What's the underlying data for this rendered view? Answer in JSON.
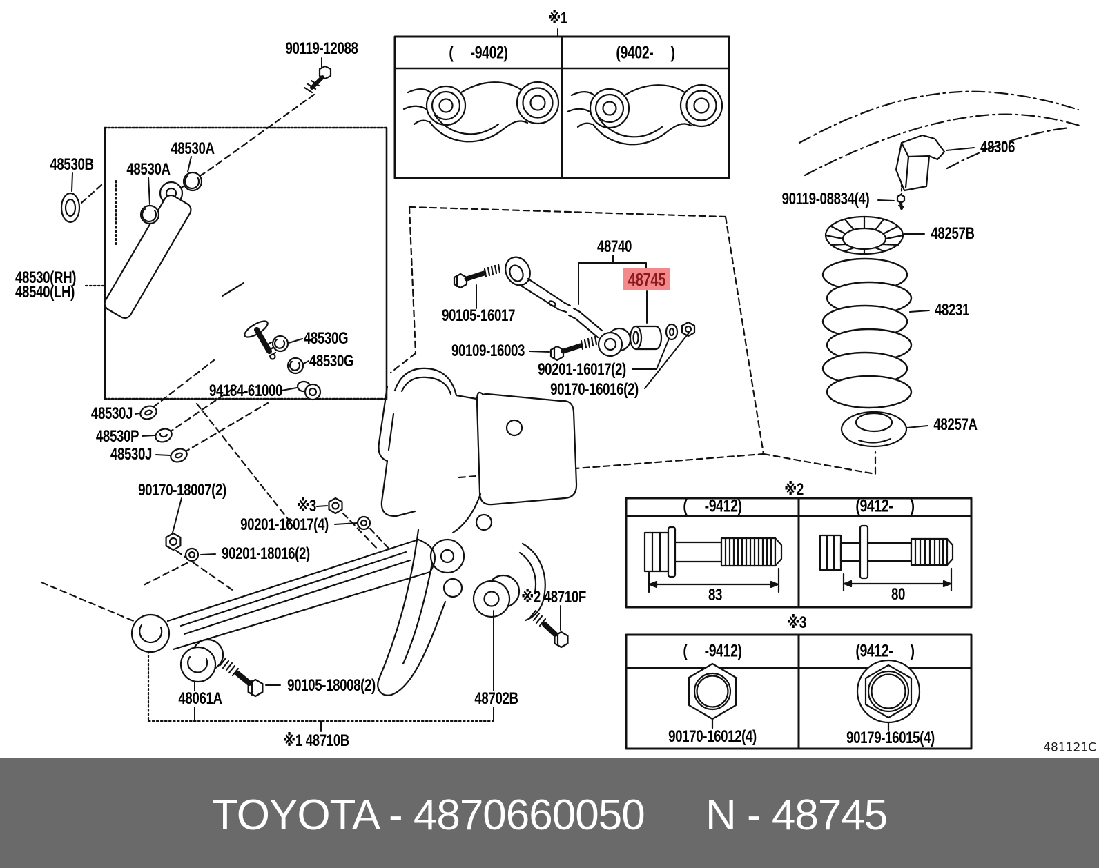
{
  "banner": {
    "left_text": "TOYOTA - 4870660050",
    "right_text": "N - 48745",
    "bg": "#6a6a6a",
    "fg": "#ffffff"
  },
  "footer_code": "481121C",
  "highlight": {
    "label": "48745",
    "bg": "#f4898b",
    "fg": "#8b1a1a"
  },
  "callouts": {
    "bolt_top": "90119-12088",
    "grommet": "48530B",
    "bushing_a1": "48530A",
    "bushing_a2": "48530A",
    "shock_rh": "48530(RH)",
    "shock_lh": "48540(LH)",
    "cushion_g1": "48530G",
    "cushion_g2": "48530G",
    "nut_shock": "94184-61000",
    "washer_j1": "48530J",
    "cushion_p": "48530P",
    "washer_j2": "48530J",
    "nut_18007": "90170-18007(2)",
    "ref3_inline": "※3",
    "washer_16017_4": "90201-16017(4)",
    "washer_18016": "90201-18016(2)",
    "bushing_48061a": "48061A",
    "bolt_18008": "90105-18008(2)",
    "bushing_48702b": "48702B",
    "ref1_arm": "※1 48710B",
    "ref2_bolt": "※2 48710F",
    "arm_48740": "48740",
    "bolt_16017": "90105-16017",
    "bolt_16003": "90109-16003",
    "washer_16017_2": "90201-16017(2)",
    "nut_16016": "90170-16016(2)",
    "bracket_48306": "48306",
    "bolt_08834": "90119-08834(4)",
    "insulator_b": "48257B",
    "spring": "48231",
    "insulator_a": "48257A"
  },
  "tables": {
    "t1": {
      "ref": "※1",
      "col1": "(     -9402)",
      "col2": "(9402-     )"
    },
    "t2": {
      "ref": "※2",
      "col1": "(     -9412)",
      "col2": "(9412-     )",
      "dim_left": "83",
      "dim_right": "80"
    },
    "t3": {
      "ref": "※3",
      "col1": "(     -9412)",
      "col2": "(9412-     )",
      "part_left": "90170-16012(4)",
      "part_right": "90179-16015(4)"
    }
  }
}
